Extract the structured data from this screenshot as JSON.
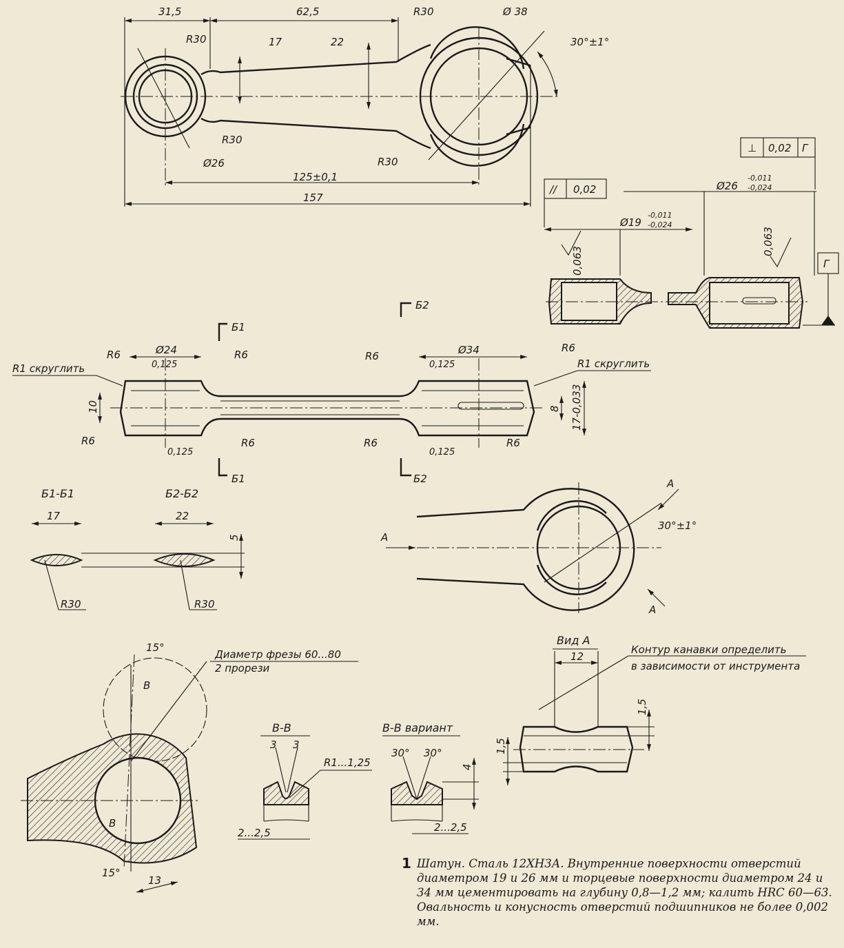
{
  "plan_view": {
    "dim_left": "31,5",
    "dim_mid": "62,5",
    "dim_r30_top": "R30",
    "dim_big_dia": "Ø 38",
    "dim_angle": "30°±1°",
    "dim_r30_small": "R30",
    "dim_17": "17",
    "dim_22": "22",
    "dim_r30_lower_left": "R30",
    "dim_small_dia": "Ø26",
    "dim_r30_lower_right": "R30",
    "dim_centers": "125±0,1",
    "dim_total": "157"
  },
  "detail_view": {
    "perp_symbol": "⊥",
    "perp_value": "0,02",
    "perp_datum": "Г",
    "par_symbol": "//",
    "par_value": "0,02",
    "dia_26": "Ø26",
    "dia_26_upper": "-0,011",
    "dia_26_lower": "-0,024",
    "dia_19": "Ø19",
    "dia_19_upper": "-0,011",
    "dia_19_lower": "-0,024",
    "rough_left": "0,063",
    "rough_right": "0,063",
    "datum_letter": "Г"
  },
  "side_view": {
    "section_b1": "Б1",
    "section_b2": "Б2",
    "r1_left": "R1 скруглить",
    "r1_right": "R1 скруглить",
    "r6": "R6",
    "dia_24": "Ø24",
    "dia_34": "Ø34",
    "tol_0125": "0,125",
    "dim_10": "10",
    "dim_8": "8",
    "dim_17_033": "17-0,033"
  },
  "sections": {
    "b1_title": "Б1-Б1",
    "b1_width": "17",
    "b2_title": "Б2-Б2",
    "b2_width": "22",
    "thickness": "5",
    "r30_a": "R30",
    "r30_b": "R30"
  },
  "view_arrow": {
    "label_a": "A",
    "angle": "30°±1°"
  },
  "slot_view": {
    "angle_top": "15°",
    "angle_bottom": "15°",
    "cutter_note": "Диаметр фрезы 60...80",
    "cuts_note": "2 прорези",
    "label_v": "В",
    "dim_13": "13"
  },
  "vv_section": {
    "title": "В-В",
    "dim_3a": "3",
    "dim_3b": "3",
    "radius": "R1...1,25",
    "depth": "2...2,5"
  },
  "vv_variant": {
    "title": "В-В вариант",
    "angle_a": "30°",
    "angle_b": "30°",
    "dim_4": "4",
    "depth": "2...2,5"
  },
  "view_a": {
    "title": "Вид А",
    "width": "12",
    "note_line1": "Контур канавки определить",
    "note_line2": "в зависимости от инструмента",
    "dim_15a": "1,5",
    "dim_15b": "1,5"
  },
  "caption": {
    "number": "1",
    "text": "Шатун. Сталь 12ХН3А. Внутренние поверхности отверстий диаметром 19 и 26 мм и торцевые поверхности диаметром 24 и 34 мм цементировать на глубину 0,8—1,2 мм; калить HRC 60—63. Овальность и конусность отверстий подшипников не более 0,002 мм."
  }
}
